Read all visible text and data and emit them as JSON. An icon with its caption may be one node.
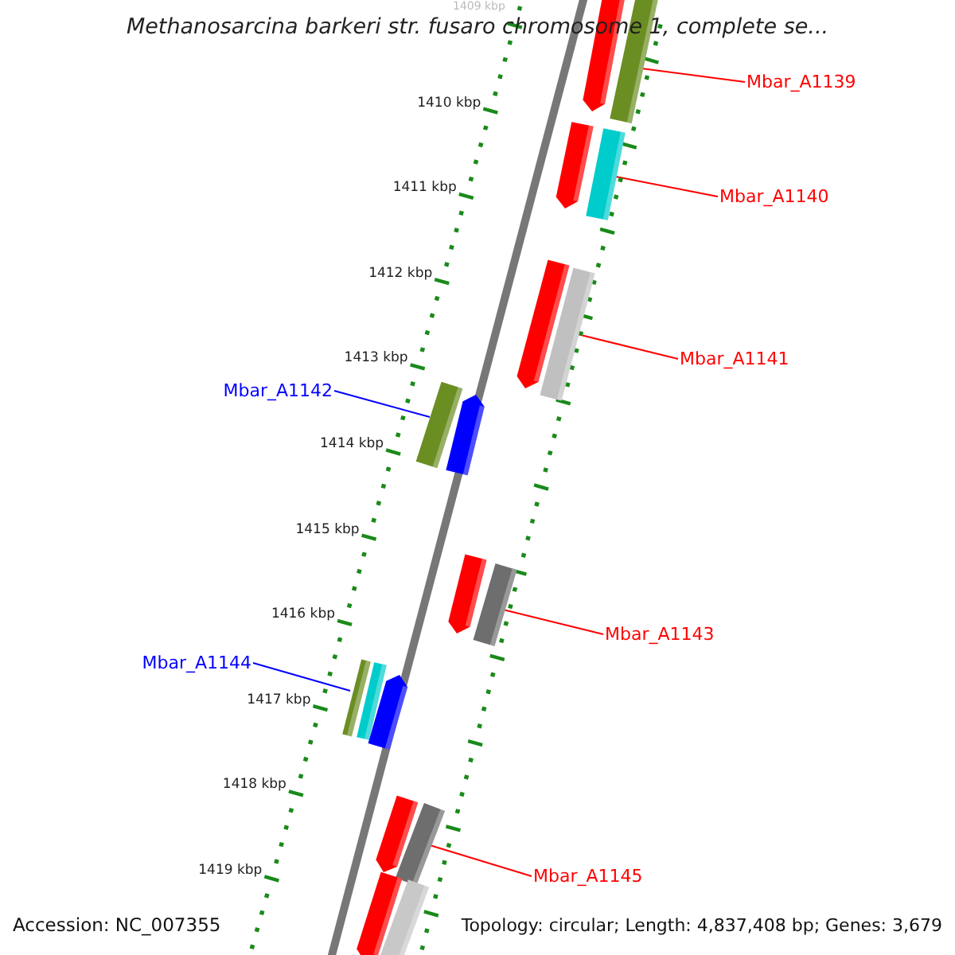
{
  "diagram": {
    "title": "Methanosarcina barkeri str. fusaro chromosome 1, complete se...",
    "nodes": [
      {
        "text": [
          "Mbar_A1139"
        ]
      },
      {
        "text": [],
        "shape": "bar"
      },
      {
        "text": [
          "Mbar_A1140"
        ]
      },
      {
        "text": [],
        "shape": "bar"
      },
      {
        "text": [
          "Mbar_A1141"
        ]
      },
      {
        "text": [],
        "shape": "bar"
      },
      {
        "text": [
          "Mbar_A1142"
        ]
      },
      {
        "text": [],
        "shape": "bar"
      },
      {
        "text": [
          "Mbar_A1143"
        ]
      },
      {
        "text": [],
        "shape": "bar"
      },
      {
        "text": [
          "Mbar_A1144"
        ]
      },
      {
        "text": [],
        "shape": "bar"
      },
      {
        "text": [
          "Mbar_A1145"
        ]
      },
      {
        "text": [],
        "shape": "bar"
      }
    ],
    "edges": [
      {
        "from": 0,
        "to": 1,
        "arrow": "none"
      },
      {
        "from": 2,
        "to": 3,
        "arrow": "none"
      },
      {
        "from": 4,
        "to": 5,
        "arrow": "none"
      },
      {
        "from": 6,
        "to": 7,
        "arrow": "none",
        "color": "#0000ff"
      },
      {
        "from": 8,
        "to": 9,
        "arrow": "none"
      },
      {
        "from": 10,
        "to": 11,
        "arrow": "none",
        "color": "#0000ff"
      },
      {
        "from": 12,
        "to": 13,
        "arrow": "none"
      }
    ],
    "labels": [
      "1409 kbp",
      "1410 kbp",
      "1411 kbp",
      "1412 kbp",
      "1413 kbp",
      "1414 kbp",
      "1415 kbp",
      "1416 kbp",
      "1417 kbp",
      "1418 kbp",
      "1419 kbp",
      "Accession: NC_007355",
      "Topology: circular; Length: 4,837,408 bp; Genes: 3,679"
    ]
  }
}
